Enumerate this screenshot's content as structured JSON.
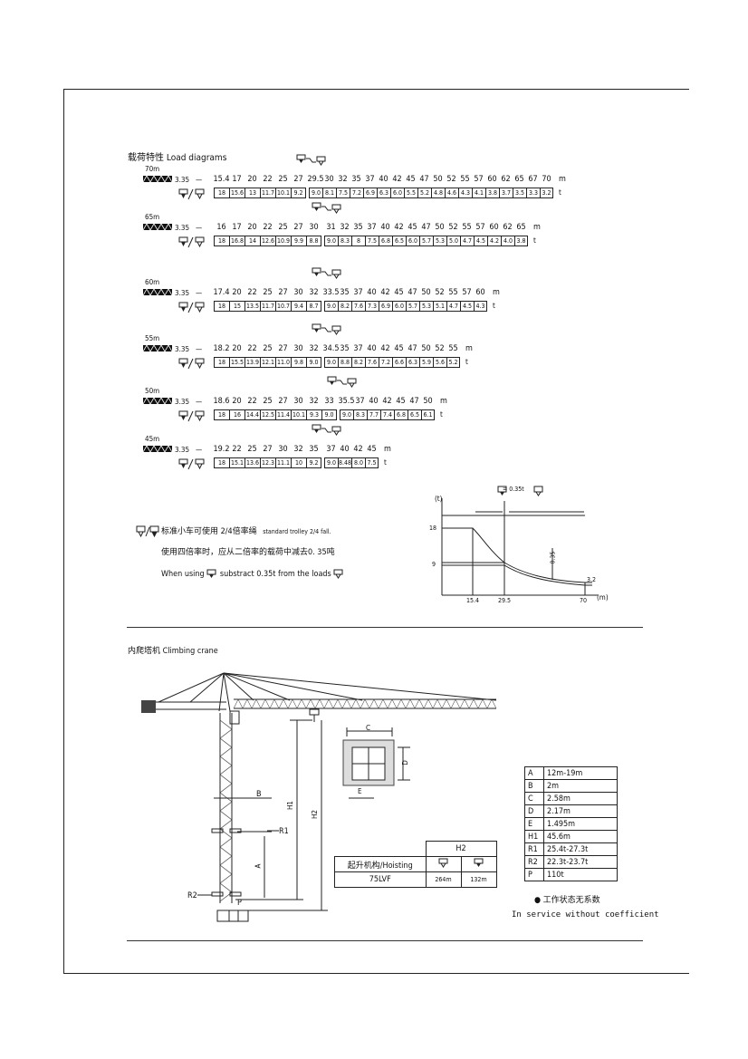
{
  "load": {
    "title_cn": "载荷特性",
    "title_en": "Load diagrams",
    "unit_m": "m",
    "unit_t": "t",
    "start": "3.35",
    "dash": "—",
    "rows": [
      {
        "jib": "70m",
        "seg1_h": [
          "15.4",
          "17",
          "20",
          "22",
          "25",
          "27"
        ],
        "seg2_h": [
          "29.5",
          "30",
          "32",
          "35",
          "37",
          "40",
          "42",
          "45",
          "47",
          "50",
          "52",
          "55",
          "57",
          "60",
          "62",
          "65",
          "67",
          "70"
        ],
        "seg1_v": [
          "18",
          "15.6",
          "13",
          "11.7",
          "10.1",
          "9.2"
        ],
        "seg2_v": [
          "9.0",
          "8.1",
          "7.5",
          "7.2",
          "6.9",
          "6.3",
          "6.0",
          "5.5",
          "5.2",
          "4.8",
          "4.6",
          "4.3",
          "4.1",
          "3.8",
          "3.7",
          "3.5",
          "3.3",
          "3.2"
        ]
      },
      {
        "jib": "65m",
        "seg1_h": [
          "16",
          "17",
          "20",
          "22",
          "25",
          "27",
          "30"
        ],
        "seg2_h": [
          "31",
          "32",
          "35",
          "37",
          "40",
          "42",
          "45",
          "47",
          "50",
          "52",
          "55",
          "57",
          "60",
          "62",
          "65"
        ],
        "seg1_v": [
          "18",
          "16.8",
          "14",
          "12.6",
          "10.9",
          "9.9",
          "8.8"
        ],
        "seg2_v": [
          "9.0",
          "8.3",
          "8",
          "7.5",
          "6.8",
          "6.5",
          "6.0",
          "5.7",
          "5.3",
          "5.0",
          "4.7",
          "4.5",
          "4.2",
          "4.0",
          "3.8"
        ]
      },
      {
        "jib": "60m",
        "seg1_h": [
          "17.4",
          "20",
          "22",
          "25",
          "27",
          "30",
          "32"
        ],
        "seg2_h": [
          "33.5",
          "35",
          "37",
          "40",
          "42",
          "45",
          "47",
          "50",
          "52",
          "55",
          "57",
          "60"
        ],
        "seg1_v": [
          "18",
          "15",
          "13.5",
          "11.7",
          "10.7",
          "9.4",
          "8.7"
        ],
        "seg2_v": [
          "9.0",
          "8.2",
          "7.6",
          "7.3",
          "6.9",
          "6.0",
          "5.7",
          "5.3",
          "5.1",
          "4.7",
          "4.5",
          "4.3"
        ]
      },
      {
        "jib": "55m",
        "seg1_h": [
          "18.2",
          "20",
          "22",
          "25",
          "27",
          "30",
          "32"
        ],
        "seg2_h": [
          "34.5",
          "35",
          "37",
          "40",
          "42",
          "45",
          "47",
          "50",
          "52",
          "55"
        ],
        "seg1_v": [
          "18",
          "15.5",
          "13.9",
          "12.1",
          "11.0",
          "9.8",
          "9.0"
        ],
        "seg2_v": [
          "9.0",
          "8.8",
          "8.2",
          "7.6",
          "7.2",
          "6.6",
          "6.3",
          "5.9",
          "5.6",
          "5.2"
        ]
      },
      {
        "jib": "50m",
        "seg1_h": [
          "18.6",
          "20",
          "22",
          "25",
          "27",
          "30",
          "32",
          "33"
        ],
        "seg2_h": [
          "35.5",
          "37",
          "40",
          "42",
          "45",
          "47",
          "50"
        ],
        "seg1_v": [
          "18",
          "16",
          "14.4",
          "12.5",
          "11.4",
          "10.1",
          "9.3",
          "9.0"
        ],
        "seg2_v": [
          "9.0",
          "8.3",
          "7.7",
          "7.4",
          "6.8",
          "6.5",
          "6.1"
        ]
      },
      {
        "jib": "45m",
        "seg1_h": [
          "19.2",
          "22",
          "25",
          "27",
          "30",
          "32",
          "35"
        ],
        "seg2_h": [
          "37",
          "40",
          "42",
          "45"
        ],
        "seg1_v": [
          "18",
          "15.1",
          "13.6",
          "12.3",
          "11.1",
          "10",
          "9.2"
        ],
        "seg2_v": [
          "9.0",
          "8.48",
          "8.0",
          "7.5"
        ]
      }
    ]
  },
  "notes": {
    "line1_cn": "标准小车可使用 2/4倍率绳",
    "line1_en": "standard trolley 2/4 fall.",
    "line2_cn": "使用四倍率时，应从二倍率的载荷中减去0. 35吨",
    "line3_a": "When using",
    "line3_b": "substract 0.35t from the loads"
  },
  "graph": {
    "legend_eq": "=",
    "legend_val": "0.35t",
    "yunit": "(t)",
    "xunit": "(m)",
    "y_labels": [
      "18",
      "9"
    ],
    "x_labels": [
      "15.4",
      "29.5",
      "70"
    ],
    "end_val": "3.2",
    "delta": "0.35"
  },
  "climbing": {
    "title_cn": "内爬塔机",
    "title_en": "Climbing crane",
    "labels": {
      "B": "B",
      "A": "A",
      "C": "C",
      "D": "D",
      "E": "E",
      "H1": "H1",
      "H2": "H2",
      "R1": "R1",
      "R2": "R2",
      "P": "P"
    },
    "spec": [
      {
        "k": "A",
        "v": "12m-19m"
      },
      {
        "k": "B",
        "v": "2m"
      },
      {
        "k": "C",
        "v": "2.58m"
      },
      {
        "k": "D",
        "v": "2.17m"
      },
      {
        "k": "E",
        "v": "1.495m"
      },
      {
        "k": "H1",
        "v": "45.6m"
      },
      {
        "k": "R1",
        "v": "25.4t-27.3t"
      },
      {
        "k": "R2",
        "v": "22.3t-23.7t"
      },
      {
        "k": "P",
        "v": "110t"
      }
    ],
    "hoist": {
      "h_label": "H2",
      "row_label": "起升机构/Hoisting",
      "model": "75LVF",
      "v1": "264m",
      "v2": "132m"
    },
    "note_cn": "工作状态无系数",
    "note_en": "In service without coefficient"
  }
}
